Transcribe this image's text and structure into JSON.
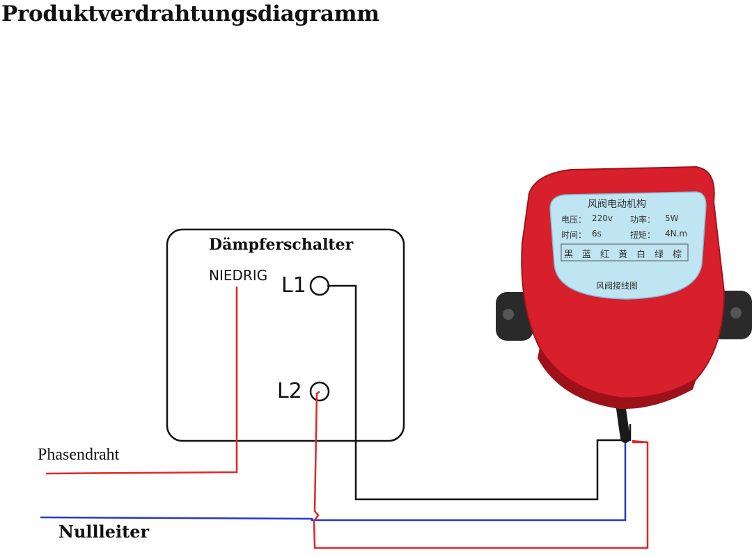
{
  "title": "Produktverdrahtungsdiagramm",
  "switch": {
    "title": "Dämpferschalter",
    "niedrig": "NIEDRIG",
    "l1": "L1",
    "l2": "L2"
  },
  "wires": {
    "phase": "Phasendraht",
    "neutral": "Nullleiter"
  },
  "device": {
    "plate_title": "风阀电动机构",
    "voltage_label": "电压：",
    "voltage_value": "220v",
    "power_label": "功率：",
    "power_value": "5W",
    "time_label": "时间：",
    "time_value": "6s",
    "torque_label": "扭矩：",
    "torque_value": "4N.m",
    "colors": [
      "黑",
      "蓝",
      "红",
      "黄",
      "白",
      "绿",
      "棕"
    ],
    "plate_footer": "风阀接线图"
  },
  "palette": {
    "red_wire": "#e0262a",
    "blue_wire": "#2438c9",
    "black_wire": "#111111",
    "device_red": "#d81f2c",
    "plate_blue": "#bfe4f2"
  }
}
